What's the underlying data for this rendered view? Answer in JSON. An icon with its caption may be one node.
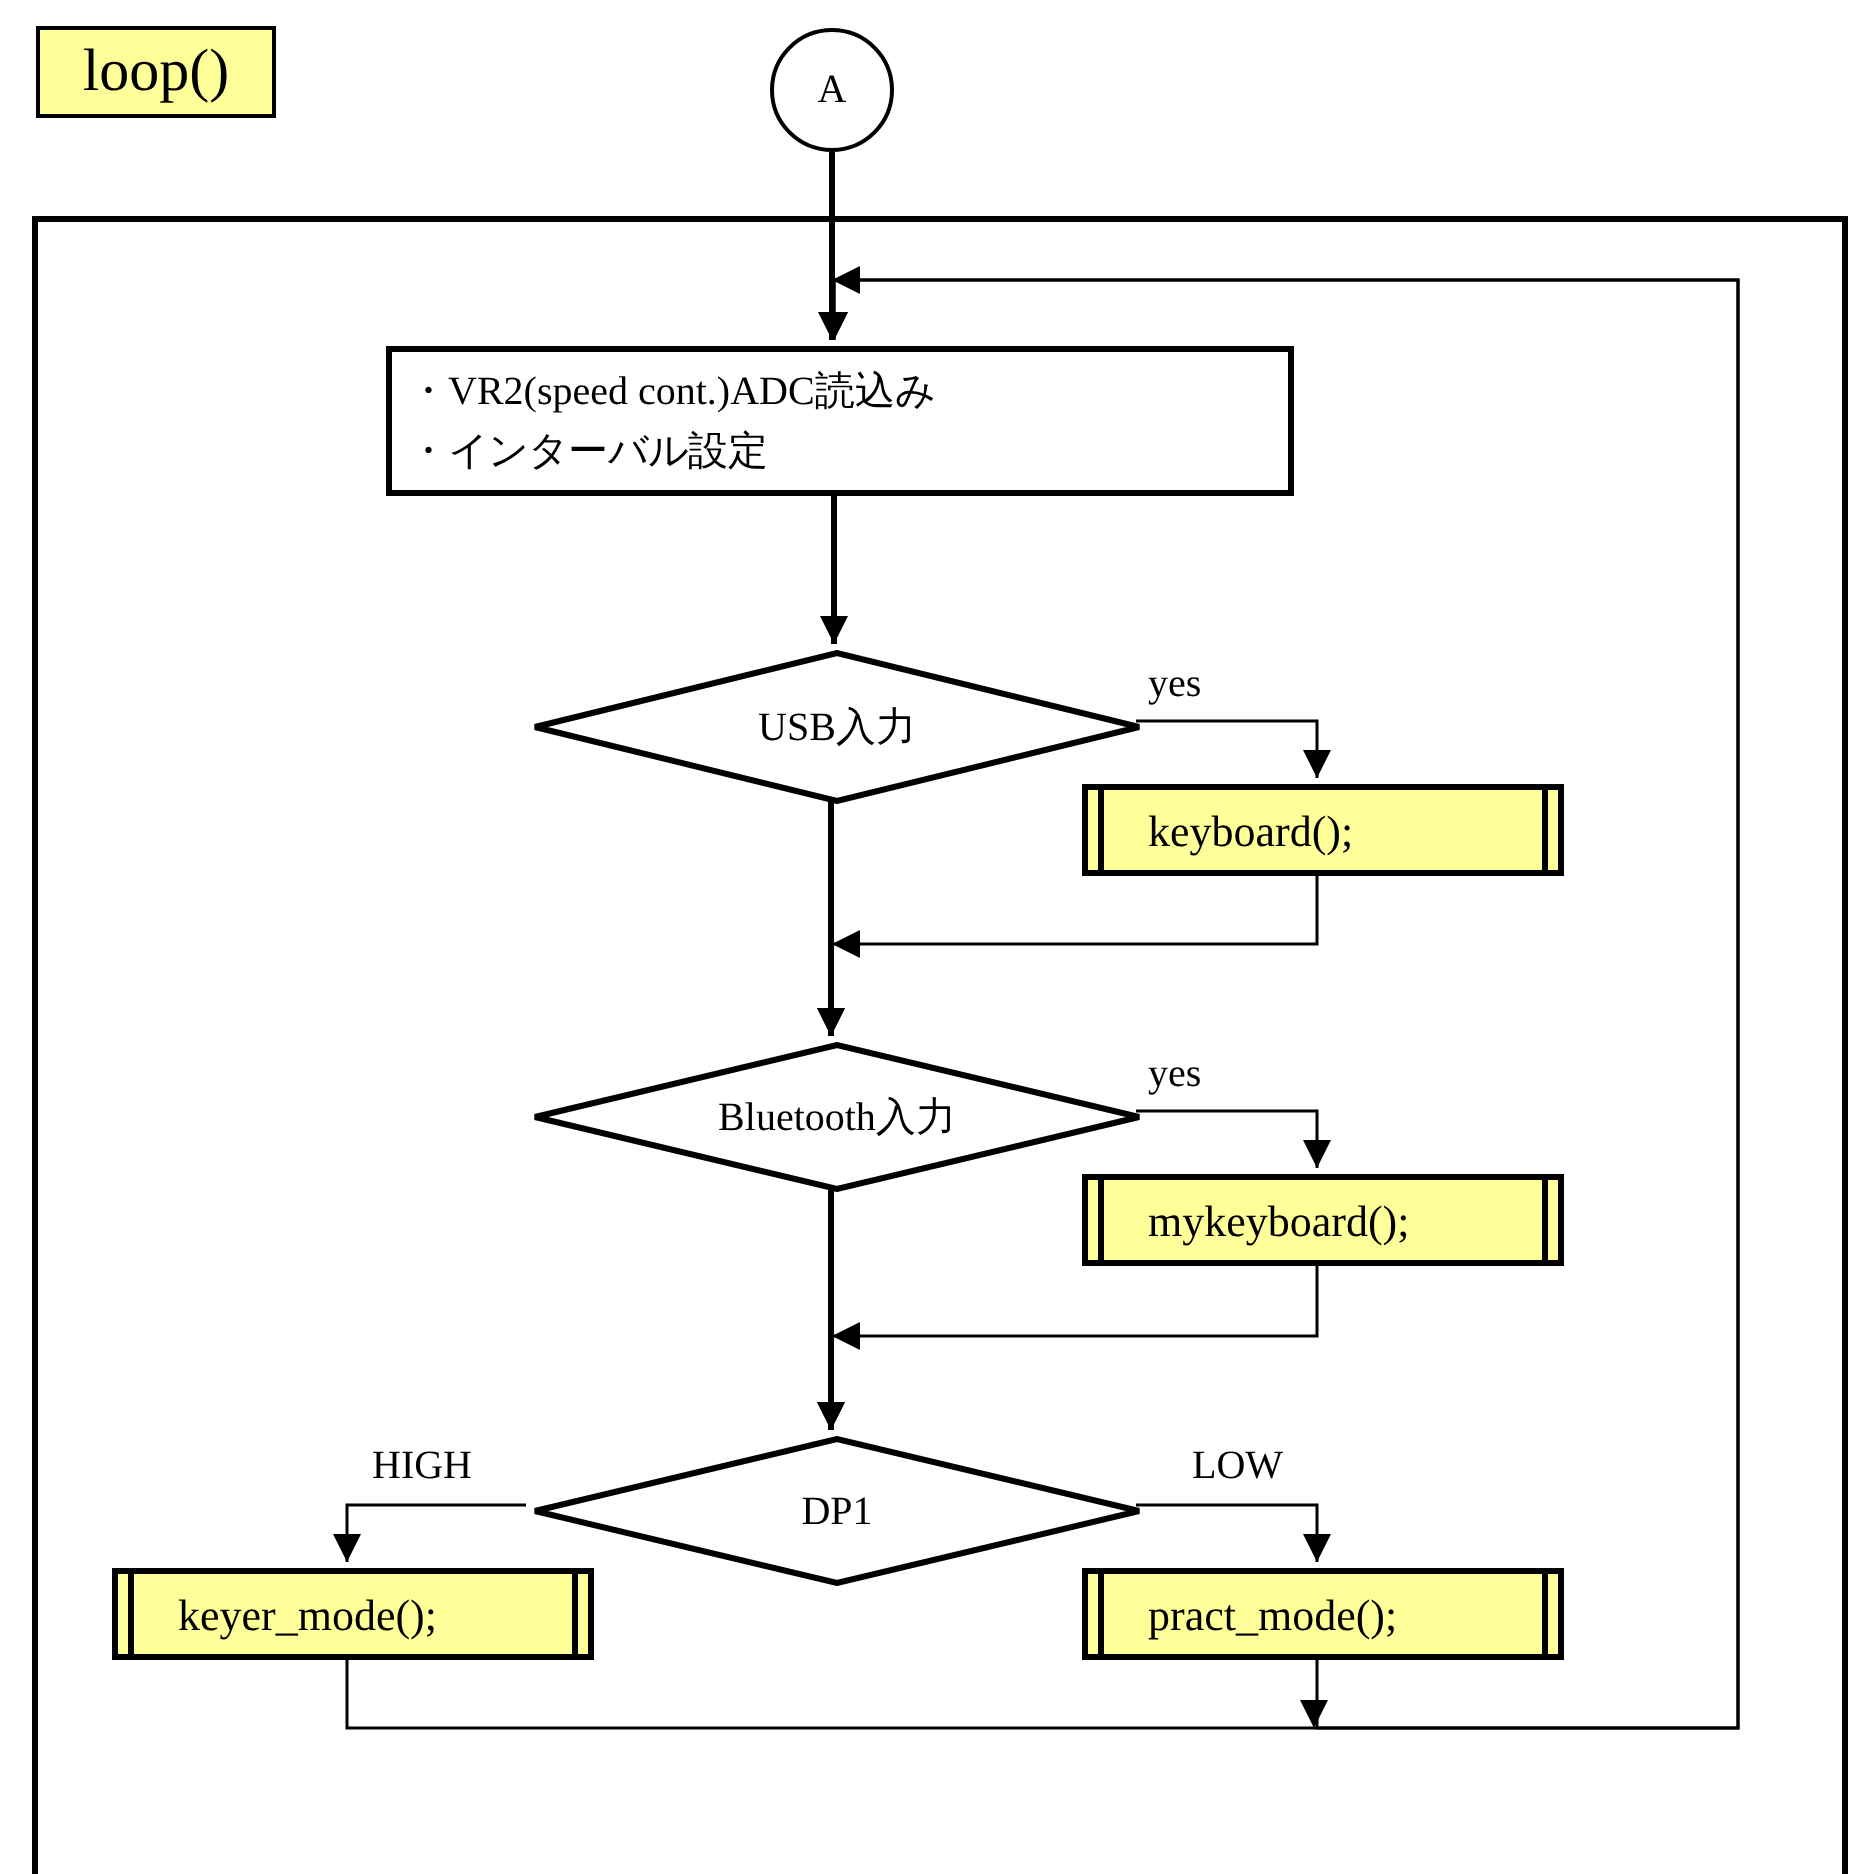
{
  "diagram": {
    "nodes": [
      {
        "text": [
          "loop()"
        ]
      },
      {
        "text": [
          "A"
        ]
      },
      {
        "text": [],
        "shape": "box"
      },
      {
        "text": [
          "・VR2(speed cont.)ADC読込み",
          "・インターバル設定"
        ],
        "in": 2
      },
      {
        "text": [
          "USB入力"
        ],
        "in": 2
      },
      {
        "text": [
          "keyboard();"
        ],
        "in": 2
      },
      {
        "text": [
          "Bluetooth入力"
        ],
        "in": 2
      },
      {
        "text": [
          "mykeyboard();"
        ],
        "in": 2
      },
      {
        "text": [
          "DP1"
        ],
        "in": 2
      },
      {
        "text": [
          "keyer_mode();"
        ],
        "in": 2
      },
      {
        "text": [
          "pract_mode();"
        ],
        "in": 2
      }
    ],
    "edges": [
      {
        "from": 1,
        "to": 3,
        "arrow": "to",
        "style": "thick"
      },
      {
        "from": 3,
        "to": 4,
        "arrow": "to",
        "style": "thick"
      },
      {
        "from": 4,
        "to": 5,
        "arrow": "to",
        "label": "yes"
      },
      {
        "from": 5,
        "to": 6,
        "arrow": "to"
      },
      {
        "from": 4,
        "to": 6,
        "arrow": "to",
        "style": "thick"
      },
      {
        "from": 6,
        "to": 7,
        "arrow": "to",
        "label": "yes"
      },
      {
        "from": 7,
        "to": 8,
        "arrow": "to"
      },
      {
        "from": 6,
        "to": 8,
        "arrow": "to",
        "style": "thick"
      },
      {
        "from": 8,
        "to": 9,
        "arrow": "to",
        "label": "HIGH"
      },
      {
        "from": 8,
        "to": 10,
        "arrow": "to",
        "label": "LOW"
      },
      {
        "from": 9,
        "to": 3,
        "arrow": "to"
      },
      {
        "from": 10,
        "to": 3,
        "arrow": "to"
      }
    ]
  }
}
